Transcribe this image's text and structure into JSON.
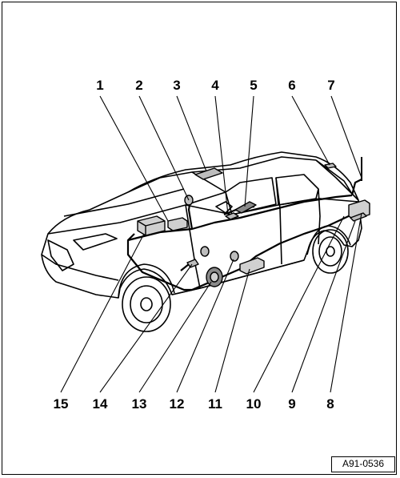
{
  "diagram": {
    "callouts": [
      {
        "number": "1"
      },
      {
        "number": "2"
      },
      {
        "number": "3"
      },
      {
        "number": "4"
      },
      {
        "number": "5"
      },
      {
        "number": "6"
      },
      {
        "number": "7"
      },
      {
        "number": "8"
      },
      {
        "number": "9"
      },
      {
        "number": "10"
      },
      {
        "number": "11"
      },
      {
        "number": "12"
      },
      {
        "number": "13"
      },
      {
        "number": "14"
      },
      {
        "number": "15"
      }
    ],
    "figure_id": "A91-0536"
  }
}
